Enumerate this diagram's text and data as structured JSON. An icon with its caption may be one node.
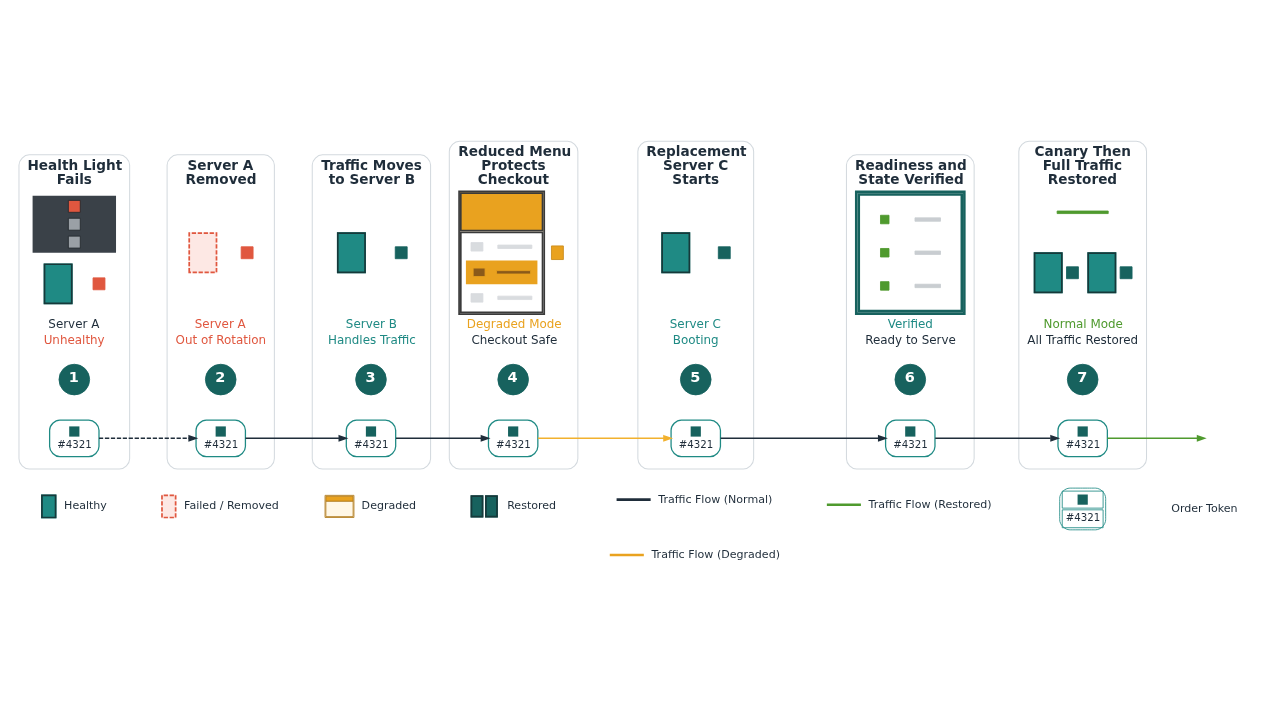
{
  "diagram": {
    "nodes": [
      {
        "text": [
          "Health Light Fails",
          "Server A",
          "Unhealthy"
        ]
      },
      {
        "text": [
          "1"
        ],
        "in": 0
      },
      {
        "text": [
          "#4321"
        ],
        "in": 0
      },
      {
        "text": [
          "Server A Removed",
          "Server A",
          "Out of Rotation"
        ]
      },
      {
        "text": [
          "2"
        ],
        "in": 3
      },
      {
        "text": [
          "#4321"
        ],
        "in": 3
      },
      {
        "text": [
          "Traffic Moves to Server B",
          "Server B",
          "Handles Traffic"
        ]
      },
      {
        "text": [
          "3"
        ],
        "in": 6
      },
      {
        "text": [
          "#4321"
        ],
        "in": 6
      },
      {
        "text": [
          "Reduced Menu Protects Checkout",
          "Degraded Mode",
          "Checkout Safe"
        ]
      },
      {
        "text": [
          "4"
        ],
        "in": 9
      },
      {
        "text": [
          "#4321"
        ],
        "in": 9
      },
      {
        "text": [
          "Replacement Server C Starts",
          "Server C",
          "Booting"
        ]
      },
      {
        "text": [
          "5"
        ],
        "in": 12
      },
      {
        "text": [
          "#4321"
        ],
        "in": 12
      },
      {
        "text": [
          "Readiness and State Verified",
          "Verified",
          "Ready to Serve"
        ]
      },
      {
        "text": [
          "6"
        ],
        "in": 15
      },
      {
        "text": [
          "#4321"
        ],
        "in": 15
      },
      {
        "text": [
          "Canary Then Full Traffic Restored",
          "Normal Mode",
          "All Traffic Restored"
        ]
      },
      {
        "text": [
          "7"
        ],
        "in": 18
      },
      {
        "text": [
          "#4321"
        ],
        "in": 18
      }
    ],
    "edges": [
      {
        "from": 2,
        "to": 5,
        "arrow": "to",
        "style": "dashed"
      },
      {
        "from": 5,
        "to": 8,
        "arrow": "to"
      },
      {
        "from": 8,
        "to": 11,
        "arrow": "to"
      },
      {
        "from": 11,
        "to": 14,
        "arrow": "to",
        "color": "#f2b12e"
      },
      {
        "from": 14,
        "to": 17,
        "arrow": "to"
      },
      {
        "from": 17,
        "to": 20,
        "arrow": "to"
      },
      {
        "from": 20,
        "to": null,
        "arrow": "to",
        "color": "#4f9a2e"
      }
    ],
    "labels": [
      "#4321"
    ],
    "legend": [
      {
        "text": "Healthy"
      },
      {
        "text": "Failed / Removed"
      },
      {
        "text": "Degraded"
      },
      {
        "text": "Restored"
      },
      {
        "text": "Traffic Flow (Normal)"
      },
      {
        "text": "Traffic Flow (Degraded)"
      },
      {
        "text": "Traffic Flow (Restored)"
      },
      {
        "text": "Order Token"
      }
    ]
  }
}
